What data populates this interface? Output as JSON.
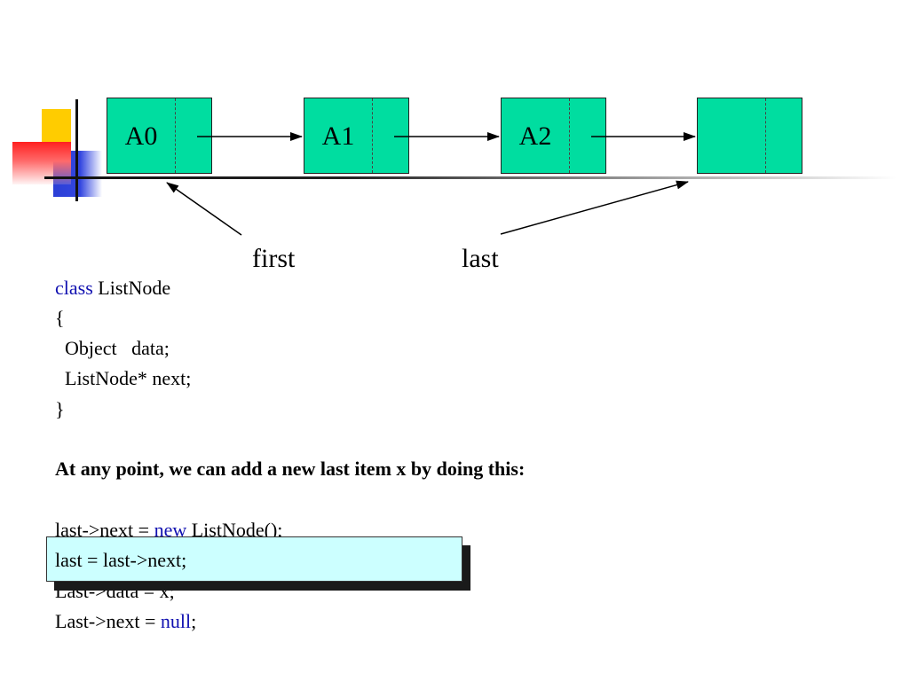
{
  "nodes": [
    {
      "label": "A0"
    },
    {
      "label": "A1"
    },
    {
      "label": "A2"
    },
    {
      "label": ""
    }
  ],
  "pointers": {
    "first": "first",
    "last": "last"
  },
  "code": {
    "class_line": {
      "keyword": "class",
      "rest": " ListNode"
    },
    "open_brace": "{",
    "field_data": "  Object   data;",
    "field_next": "  ListNode* next;",
    "close_brace": "}",
    "description": "At any point, we can add a new last item x by doing this:",
    "line1": {
      "pre": "last->next = ",
      "keyword": "new",
      "post": " ListNode();"
    },
    "line2": "last = last->next;",
    "line3": "Last->data = x;",
    "line4": {
      "pre": "Last->next = ",
      "keyword": "null",
      "post": ";"
    }
  },
  "colors": {
    "node_fill": "#00dda0",
    "keyword": "#1010b0",
    "highlight": "#ccffff"
  }
}
